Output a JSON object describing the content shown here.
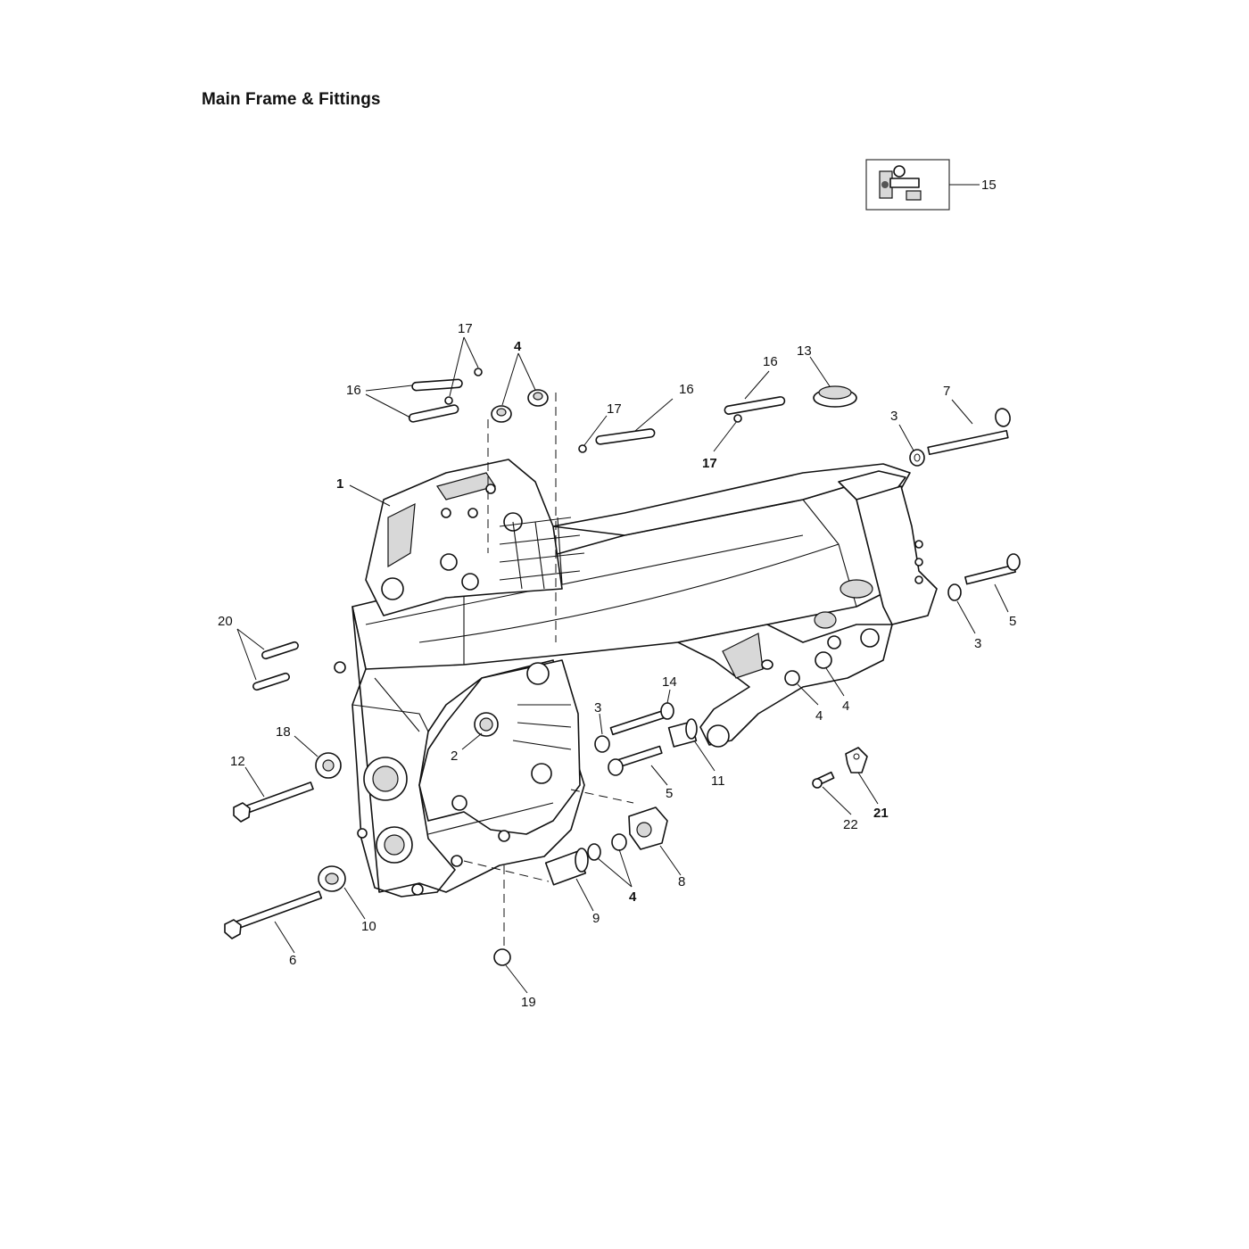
{
  "title": "Main Frame & Fittings",
  "callouts": {
    "c1": "1",
    "c2": "2",
    "c3a": "3",
    "c3b": "3",
    "c3c": "3",
    "c4a": "4",
    "c4b": "4",
    "c4c": "4",
    "c4d": "4",
    "c5a": "5",
    "c5b": "5",
    "c6": "6",
    "c7": "7",
    "c8": "8",
    "c9": "9",
    "c10": "10",
    "c11": "11",
    "c12": "12",
    "c13": "13",
    "c14": "14",
    "c15": "15",
    "c16a": "16",
    "c16b": "16",
    "c16c": "16",
    "c17a": "17",
    "c17b": "17",
    "c17c": "17",
    "c18": "18",
    "c19": "19",
    "c20": "20",
    "c21": "21",
    "c22": "22"
  }
}
